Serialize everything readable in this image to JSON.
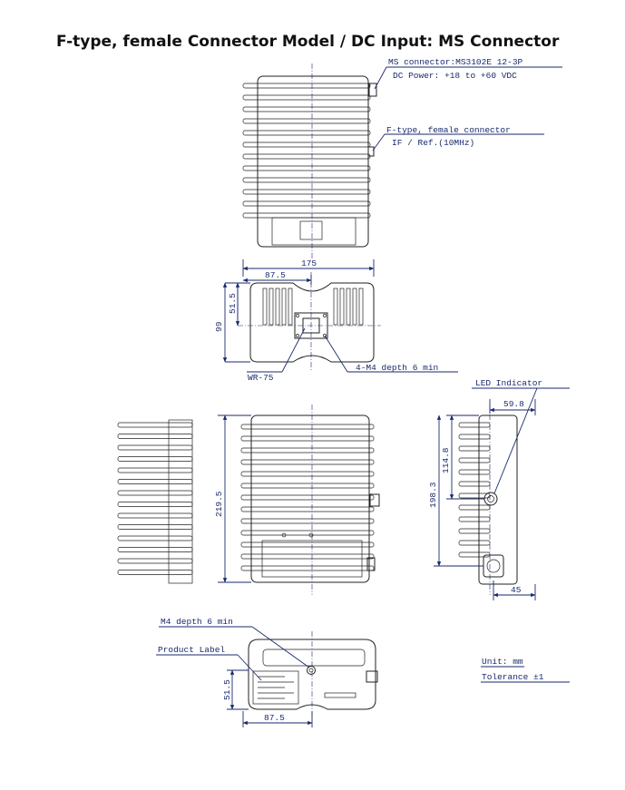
{
  "title": "F-type, female Connector Model / DC Input: MS Connector",
  "callouts": {
    "ms_connector": "MS connector:MS3102E 12-3P",
    "dc_power": "DC Power: +18 to +60 VDC",
    "ftype_connector": "F-type, female connector",
    "if_ref": "IF / Ref.(10MHz)",
    "wr75": "WR-75",
    "m4_depth_front": "4-M4 depth 6 min",
    "led_indicator": "LED Indicator",
    "m4_depth_bottom": "M4 depth 6 min",
    "product_label": "Product Label"
  },
  "dimensions": {
    "width_175": "175",
    "half_87_5_top": "87.5",
    "height_99": "99",
    "height_51_5_top": "51.5",
    "length_219_5": "219.5",
    "side_59_8": "59.8",
    "side_114_8": "114.8",
    "side_198_3": "198.3",
    "side_45": "45",
    "height_51_5_bottom": "51.5",
    "half_87_5_bottom": "87.5"
  },
  "notes": {
    "unit": "Unit: mm",
    "tolerance": "Tolerance ±1"
  },
  "colors": {
    "annotation": "#1a2a6c",
    "outline": "#222222"
  }
}
